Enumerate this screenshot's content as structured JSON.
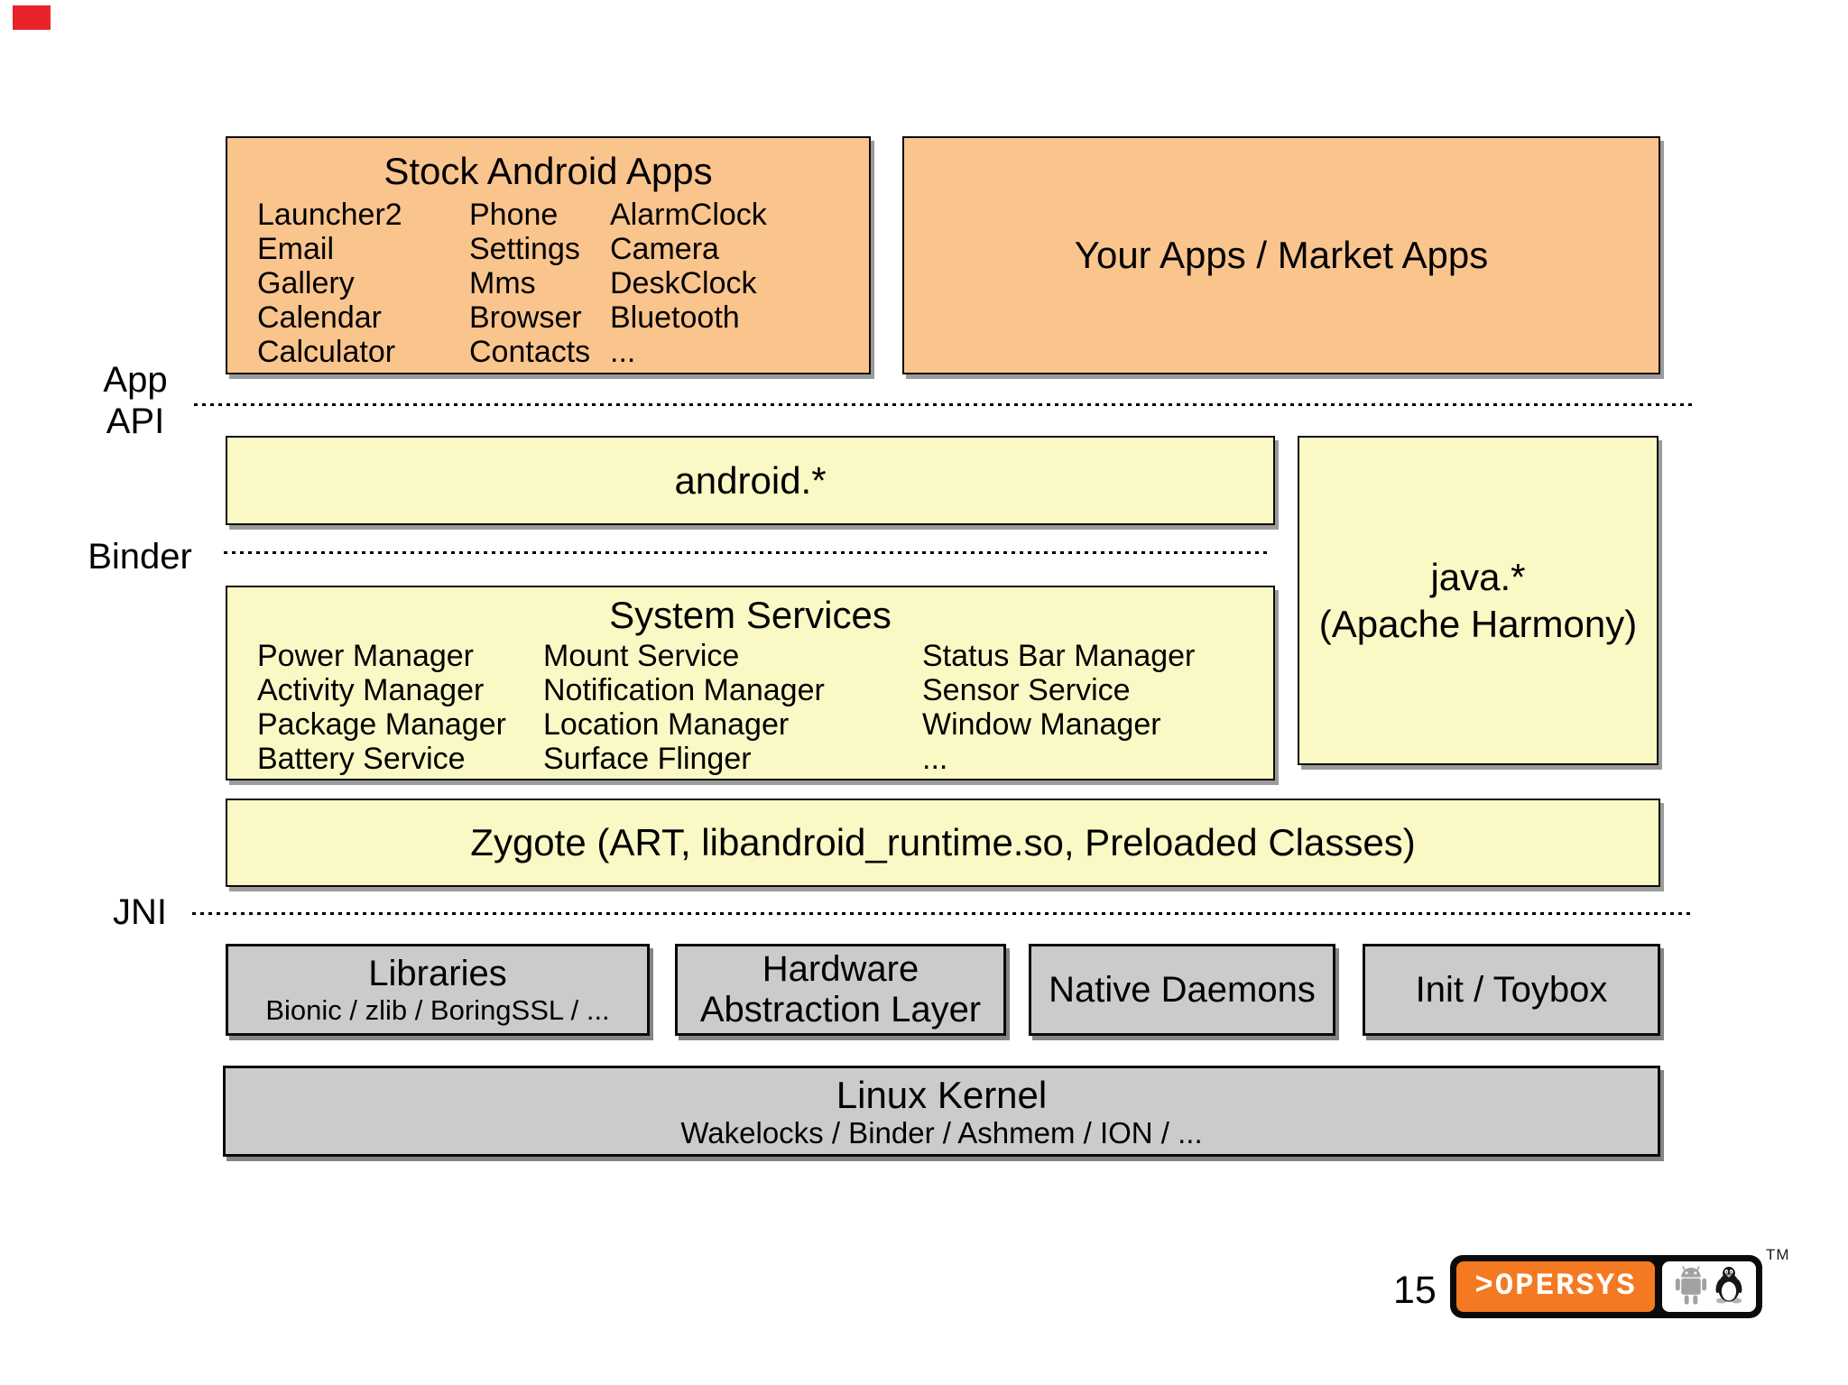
{
  "slide": {
    "description": "Android framework architecture diagram"
  },
  "colors": {
    "app_layer_fill": "#FAC48D",
    "framework_fill": "#FAF9C5",
    "native_fill": "#CBCBCB",
    "box_border": "#000000",
    "logo_orange": "#F47920",
    "corner_mark_red": "#E8232A"
  },
  "side_labels": {
    "app_api_line1": "App",
    "app_api_line2": "API",
    "binder": "Binder",
    "jni": "JNI"
  },
  "app_layer": {
    "stock_apps": {
      "title": "Stock Android Apps",
      "columns": [
        [
          "Launcher2",
          "Email",
          "Gallery",
          "Calendar",
          "Calculator"
        ],
        [
          "Phone",
          "Settings",
          "Mms",
          "Browser",
          "Contacts"
        ],
        [
          "AlarmClock",
          "Camera",
          "DeskClock",
          "Bluetooth",
          "..."
        ]
      ]
    },
    "your_apps": {
      "title": "Your Apps / Market Apps"
    }
  },
  "framework_layer": {
    "android_api": {
      "title": "android.*"
    },
    "java_harmony": {
      "line1": "java.*",
      "line2": "(Apache Harmony)"
    },
    "system_services": {
      "title": "System Services",
      "columns": [
        [
          "Power Manager",
          "Activity Manager",
          "Package Manager",
          "Battery Service"
        ],
        [
          "Mount Service",
          "Notification Manager",
          "Location Manager",
          "Surface Flinger"
        ],
        [
          "Status Bar Manager",
          "Sensor Service",
          "Window Manager",
          "..."
        ]
      ]
    },
    "zygote": {
      "title": "Zygote (ART, libandroid_runtime.so, Preloaded Classes)"
    }
  },
  "native_layer": {
    "libraries": {
      "title": "Libraries",
      "subtitle": "Bionic / zlib / BoringSSL / ..."
    },
    "hal": {
      "title": "Hardware Abstraction Layer"
    },
    "native_daemons": {
      "title": "Native Daemons"
    },
    "init_toybox": {
      "title": "Init / Toybox"
    },
    "linux_kernel": {
      "title": "Linux Kernel",
      "subtitle": "Wakelocks / Binder / Ashmem / ION / ..."
    }
  },
  "footer": {
    "page_number": "15",
    "logo_text": ">OPERSYS",
    "trademark": "TM",
    "android_icon": "android-robot",
    "tux_icon": "linux-tux"
  }
}
